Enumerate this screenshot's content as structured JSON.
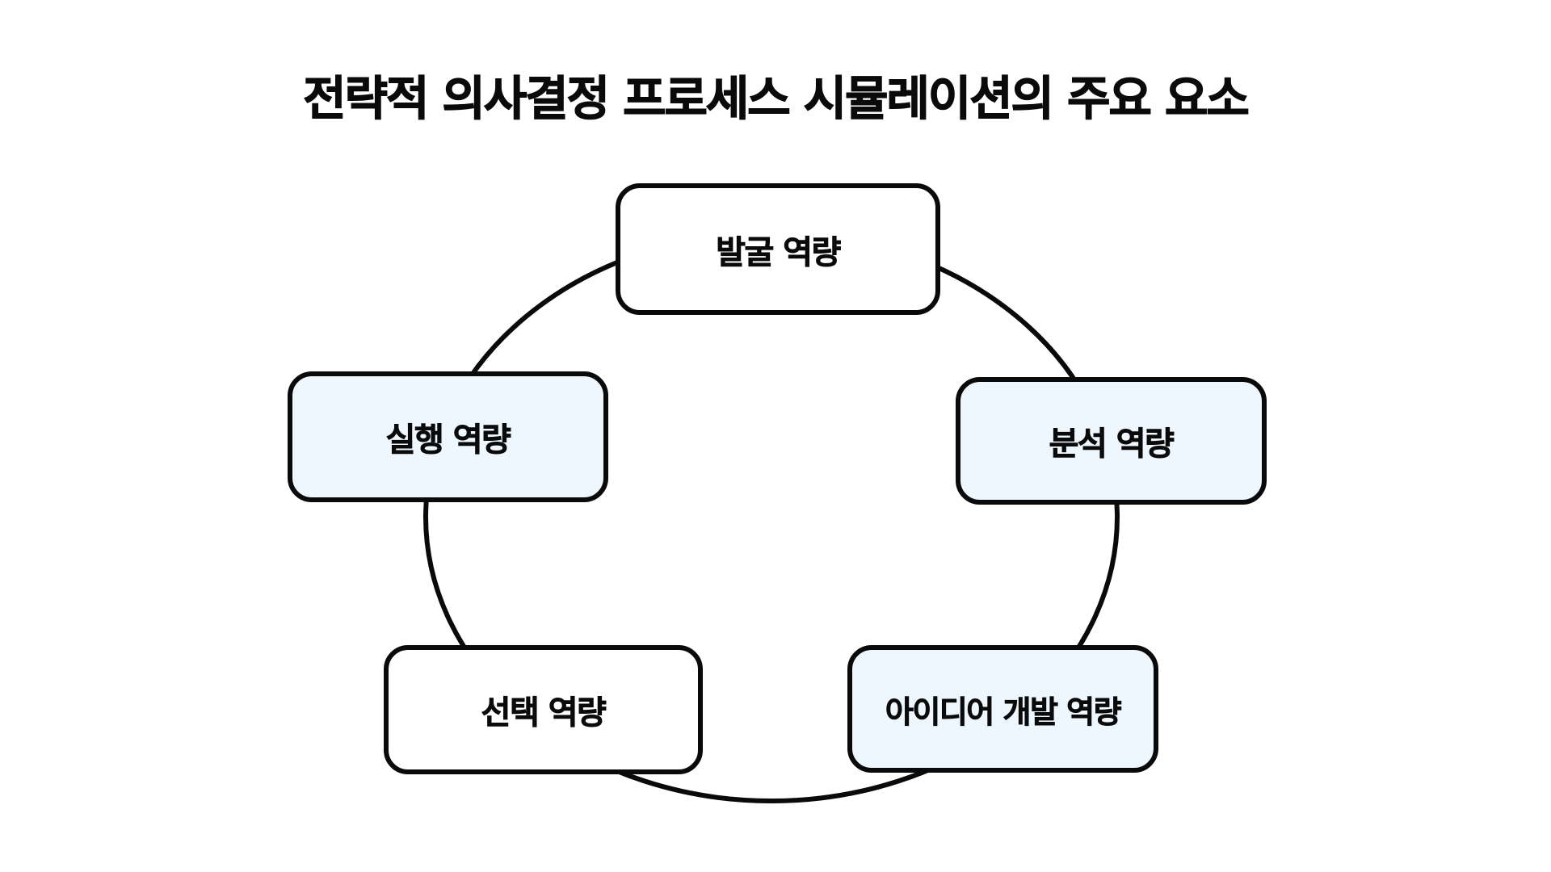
{
  "title": "전략적 의사결정 프로세스 시뮬레이션의 주요 요소",
  "nodes": {
    "discovery": "발굴 역량",
    "analysis": "분석 역량",
    "idea_development": "아이디어 개발 역량",
    "selection": "선택 역량",
    "execution": "실행 역량"
  },
  "colors": {
    "stroke": "#0a0a0a",
    "white_fill": "#ffffff",
    "tint_fill": "#eef7fd"
  }
}
